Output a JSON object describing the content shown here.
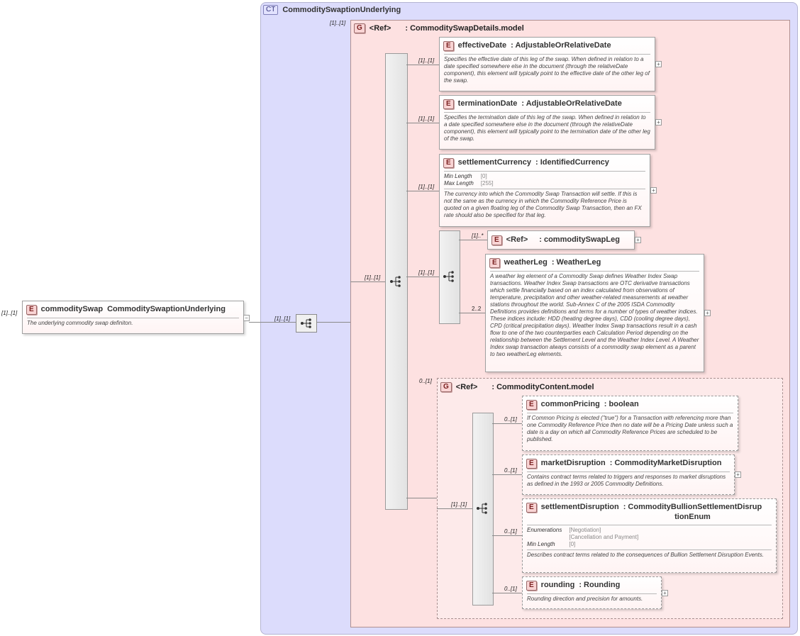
{
  "root": {
    "tag": "E",
    "name": "commoditySwap",
    "type": "CommoditySwaptionUnderlying",
    "doc": "The underlying commodity swap definiton.",
    "card": "[1]..[1]",
    "seq_card": "[1]..[1]"
  },
  "complex_type": {
    "tag": "CT",
    "name": "CommoditySwaptionUnderlying"
  },
  "swap_details": {
    "tag": "G",
    "ref": "<Ref>",
    "name": ": CommoditySwapDetails.model",
    "card": "[1]..[1]",
    "seq_card": "[1]..[1]",
    "elements": [
      {
        "tag": "E",
        "name": "effectiveDate",
        "type": ": AdjustableOrRelativeDate",
        "card": "[1]..[1]",
        "doc": "Specifies the effective date of this leg of the swap. When defined in relation to a date specified somewhere else in the document (through the relativeDate component), this element will typically point to the effective date of the other leg of the swap."
      },
      {
        "tag": "E",
        "name": "terminationDate",
        "type": ": AdjustableOrRelativeDate",
        "card": "[1]..[1]",
        "doc": "Specifies the termination date of this leg of the swap. When defined in relation to a date specified somewhere else in the document (through the relativeDate component), this element will typically point to the termination date of the other leg of the swap."
      },
      {
        "tag": "E",
        "name": "settlementCurrency",
        "type": ": IdentifiedCurrency",
        "card": "[1]..[1]",
        "facets": [
          {
            "k": "Min Length",
            "v": "[0]"
          },
          {
            "k": "Max Length",
            "v": "[255]"
          }
        ],
        "doc": "The currency into which the Commodity Swap Transaction will settle. If this is not the same as the currency in which the Commodity Reference Price is quoted on a given floating leg of the Commodity Swap Transaction, then an FX rate should also be specified for that leg."
      }
    ],
    "choice": {
      "card": "[1]..[1]",
      "leg": {
        "tag": "E",
        "ref": "<Ref>",
        "name": ": commoditySwapLeg",
        "card": "[1]..*"
      },
      "weather": {
        "tag": "E",
        "name": "weatherLeg",
        "type": ": WeatherLeg",
        "card": "2..2",
        "doc": "A weather leg element of a Commodity Swap defines Weather Index Swap transactions. Weather Index Swap transactions are OTC derivative transactions which settle financially based on an index calculated from observations of temperature, precipitation and other weather-related measurements at weather stations throughout the world. Sub-Annex C of the 2005 ISDA Commodity Definitions provides definitions and terms for a number of types of weather indices. These indices include: HDD (heating degree days), CDD (cooling degree days), CPD (critical precipitation days). Weather Index Swap transactions result in a cash flow to one of the two counterparties each Calculation Period depending on the relationship between the Settlement Level and the Weather Index Level. A Weather Index swap transaction always consists of a commodity swap element as a parent to two weatherLeg elements."
      }
    }
  },
  "content": {
    "tag": "G",
    "ref": "<Ref>",
    "name": ": CommodityContent.model",
    "card": "0..[1]",
    "seq_card": "[1]..[1]",
    "elements": [
      {
        "tag": "E",
        "name": "commonPricing",
        "type": ": boolean",
        "card": "0..[1]",
        "doc": "If Common Pricing is elected (\"true\") for a Transaction with referencing more than one Commodity Reference Price then no date will be a Pricing Date unless such a date is a day on which all Commodity Reference Prices are scheduled to be published."
      },
      {
        "tag": "E",
        "name": "marketDisruption",
        "type": ": CommodityMarketDisruption",
        "card": "0..[1]",
        "doc": "Contains contract terms related to triggers and responses to market disruptions as defined in the 1993 or 2005 Commodity Definitions."
      },
      {
        "tag": "E",
        "name": "settlementDisruption",
        "type": ": CommodityBullionSettlementDisruptionEnum",
        "card": "0..[1]",
        "type_line1": ": CommodityBullionSettlementDisrup",
        "type_line2": "tionEnum",
        "facets": [
          {
            "k": "Enumerations",
            "v": "[Negotiation]"
          },
          {
            "k": "",
            "v": "[Cancellation and Payment]"
          },
          {
            "k": "Min Length",
            "v": "[0]"
          }
        ],
        "doc": "Describes contract terms related to the consequences of Bullion Settlement Disruption Events."
      },
      {
        "tag": "E",
        "name": "rounding",
        "type": ": Rounding",
        "card": "0..[1]",
        "doc": "Rounding direction and precision for amounts."
      }
    ]
  },
  "icons": {
    "plus": "+",
    "minus": "−"
  }
}
